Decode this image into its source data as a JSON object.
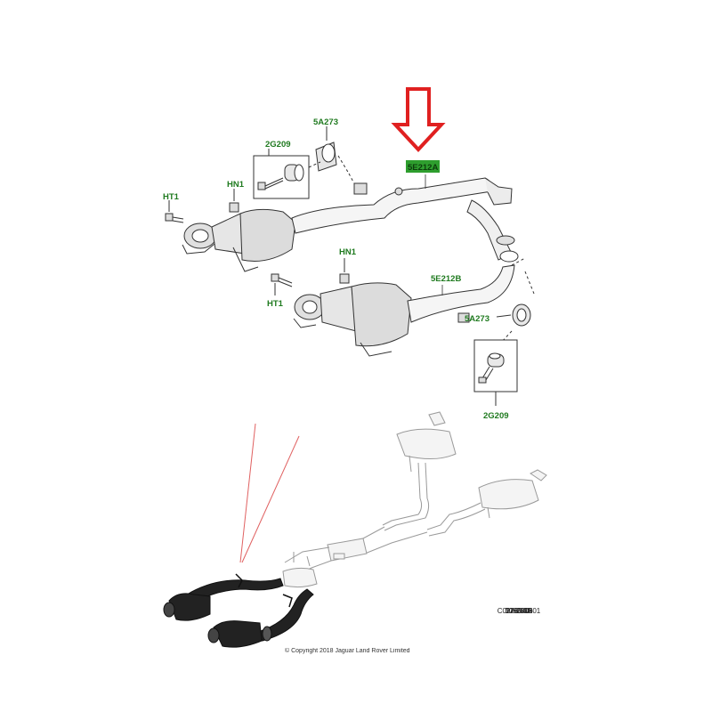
{
  "labels": {
    "five_a273_top": "5A273",
    "two_g209_top": "2G209",
    "hn1_top": "HN1",
    "ht1_top": "HT1",
    "five_e212a": "5E212A",
    "hn1_mid": "HN1",
    "ht1_mid": "HT1",
    "five_e212b": "5E212B",
    "five_a273_bottom": "5A273",
    "two_g209_bottom": "2G209"
  },
  "reference": {
    "line1": "3090306",
    "line2": "27-2018",
    "line3": "50SDSR",
    "line4": "C0286940-01"
  },
  "copyright": "© Copyright 2018 Jaguar Land Rover Limited",
  "colors": {
    "label_green": "#1f7a1f",
    "highlight_green": "#2e9e2e",
    "arrow_red": "#e02020",
    "line_dark": "#333333",
    "line_light": "#9a9a9a",
    "guide_red": "#e06060"
  },
  "icons": {
    "arrow": "down-arrow-icon"
  }
}
